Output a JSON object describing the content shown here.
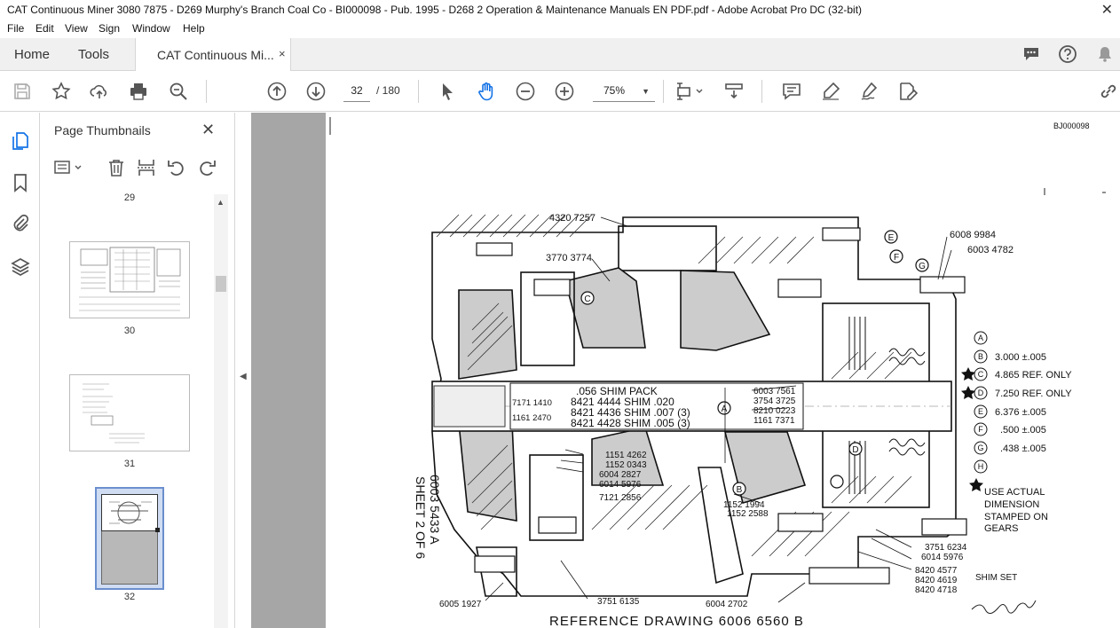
{
  "window": {
    "title": "CAT Continuous Miner 3080 7875 - D269 Murphy's Branch Coal Co - BI000098 - Pub. 1995 - D268 2 Operation & Maintenance Manuals EN PDF.pdf - Adobe Acrobat Pro DC (32-bit)",
    "close_glyph": "✕"
  },
  "menu": [
    "File",
    "Edit",
    "View",
    "Sign",
    "Window",
    "Help"
  ],
  "tabs": {
    "home": "Home",
    "tools": "Tools",
    "document": "CAT Continuous Mi...",
    "document_close": "×"
  },
  "toolbar": {
    "page_current": "32",
    "page_total": "/ 180",
    "zoom": "75%",
    "zoom_caret": "▼",
    "icons": [
      "save-icon",
      "star-icon",
      "share-upload-icon",
      "print-icon",
      "search-zoom-icon",
      "prev-page-icon",
      "next-page-icon",
      "select-arrow-icon",
      "hand-icon",
      "zoom-out-icon",
      "zoom-in-icon",
      "fit-page-icon",
      "scroll-mode-icon",
      "comment-icon",
      "highlight-pen-icon",
      "fill-sign-icon",
      "edit-pdf-icon",
      "link-icon"
    ]
  },
  "rail_icons": [
    "page-thumbnails-icon",
    "bookmark-icon",
    "attachment-icon",
    "layers-icon"
  ],
  "thumbnails_panel": {
    "title": "Page Thumbnails",
    "close_glyph": "✕",
    "pages": [
      "29",
      "30",
      "31",
      "32"
    ],
    "selected_page": "32"
  },
  "splitter_glyph": "◀",
  "scroll_up_glyph": "▲",
  "document_page": {
    "doc_id": "BJ000098",
    "callouts_top": [
      "4320 7257",
      "3770 3774",
      "6008 9984",
      "6003 4782"
    ],
    "shim_pack": {
      "title": ".056 SHIM PACK",
      "rows": [
        "8421 4444 SHIM .020",
        "8421 4436 SHIM .007 (3)",
        "8421 4428 SHIM .005 (3)"
      ]
    },
    "callouts_left": [
      "7171 1410",
      "1161 2470"
    ],
    "callouts_mid": [
      "6003 7561",
      "3754 3725",
      "8210 0223",
      "1161 7371"
    ],
    "callouts_lower": [
      "1151 4262",
      "1152 0343",
      "6004 2827",
      "6014 5976",
      "7121 2856"
    ],
    "callouts_b": [
      "1152 1994",
      "1152 2588"
    ],
    "callouts_right_bottom": [
      "3751 6234",
      "6014 5976",
      "8420 4577",
      "8420 4619",
      "8420 4718"
    ],
    "shim_set": "SHIM SET",
    "callouts_bottom": [
      "6005 1927",
      "3751 6135",
      "6004 2702"
    ],
    "sheet_label": "6003 5433 A",
    "sheet_of": "SHEET 2 OF 6",
    "reference": "REFERENCE DRAWING 6006 6560 B",
    "legend": [
      {
        "key": "A",
        "text": ""
      },
      {
        "key": "B",
        "text": "3.000 ±.005"
      },
      {
        "key": "C",
        "text": "4.865 REF. ONLY"
      },
      {
        "key": "D",
        "text": "7.250 REF. ONLY"
      },
      {
        "key": "E",
        "text": "6.376 ±.005"
      },
      {
        "key": "F",
        "text": ".500 ±.005"
      },
      {
        "key": "G",
        "text": ".438 ±.005"
      },
      {
        "key": "H",
        "text": ""
      }
    ],
    "note": [
      "USE ACTUAL",
      "DIMENSION",
      "STAMPED ON",
      "GEARS"
    ],
    "letters_in_drawing": [
      "A",
      "B",
      "C",
      "D",
      "E",
      "F",
      "G"
    ]
  }
}
